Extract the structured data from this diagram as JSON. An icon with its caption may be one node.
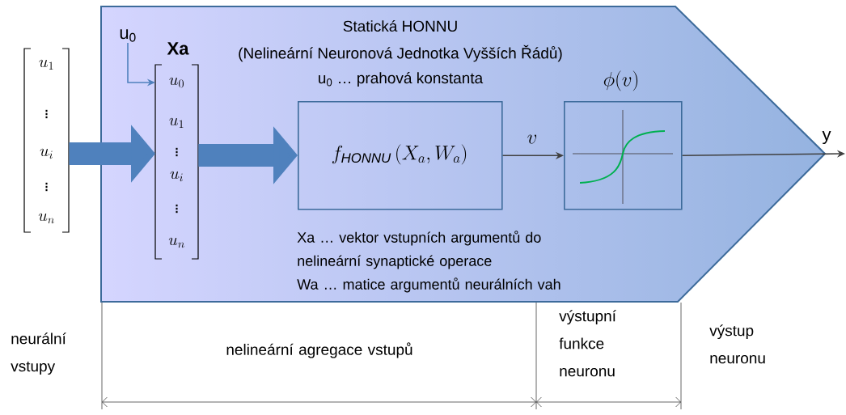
{
  "diagram": {
    "nodes": [
      {
        "text": [
          "Statická HONNU",
          "(Nelineární Neuronová Jednotka Vyšších Řádů)",
          "u$_{0}$ … prahová konstanta",
          "Xa … vektor vstupních argumentů do nelineární synaptické operace",
          "Wa … matice argumentů neurálních vah"
        ]
      },
      {
        "text": [
          "u_{1}",
          "\\vdots",
          "u_{i}",
          "\\vdots",
          "u_{n}"
        ]
      },
      {
        "text": [
          "Xa",
          "u_{0}",
          "u_{1}",
          "\\vdots",
          "u_{i}",
          "\\vdots",
          "u_{n}"
        ],
        "in": 0
      },
      {
        "text": [
          "u$_{0}$"
        ],
        "in": 0
      },
      {
        "text": [
          "f_{\\mathit{HONNU}}\\left(X_a,W_a\\right)"
        ],
        "in": 0
      },
      {
        "text": [
          "\\phi(v)"
        ],
        "in": 0
      }
    ],
    "edges": [
      {
        "from": 3,
        "to": 2,
        "arrow": "to",
        "color": "#4f81bd"
      },
      {
        "from": 1,
        "to": 2,
        "arrow": "to",
        "style": "thick",
        "color": "#4f81bd"
      },
      {
        "from": 2,
        "to": 4,
        "arrow": "to",
        "style": "thick",
        "color": "#4f81bd"
      },
      {
        "from": 4,
        "to": 5,
        "arrow": "to",
        "label": "v",
        "color": "#404040"
      },
      {
        "from": 5,
        "to": null,
        "arrow": "to",
        "label": "y",
        "color": "#404040"
      }
    ],
    "labels": [
      "neurální vstupy",
      "nelineární agregace vstupů",
      "výstupní funkce neuronu",
      "výstup neuronu"
    ]
  }
}
